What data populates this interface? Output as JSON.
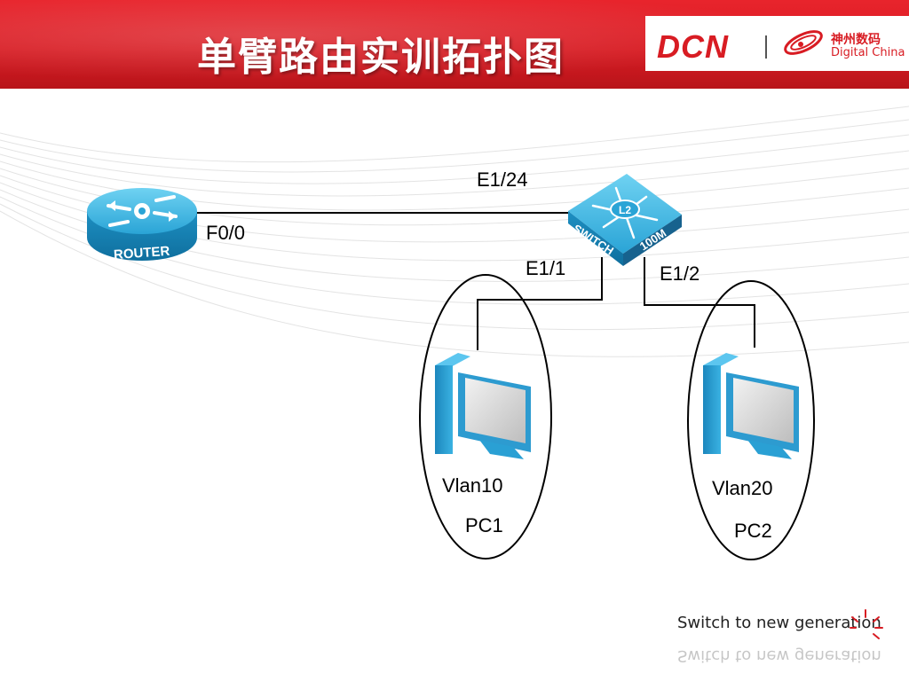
{
  "header": {
    "title": "单臂路由实训拓扑图",
    "brand_logo": "DCN",
    "brand_cn": "神州数码",
    "brand_en": "Digital China",
    "color": "#d81c23"
  },
  "diagram": {
    "router": {
      "label": "ROUTER",
      "port": "F0/0",
      "icon": "router-icon"
    },
    "switch": {
      "badge": "L2",
      "label_left": "SWITCH",
      "label_right": "100M",
      "icon": "switch-icon"
    },
    "links": {
      "uplink_port": "E1/24",
      "pc1_port": "E1/1",
      "pc2_port": "E1/2"
    },
    "pcs": [
      {
        "vlan": "Vlan10",
        "name": "PC1",
        "icon": "computer-icon"
      },
      {
        "vlan": "Vlan20",
        "name": "PC2",
        "icon": "computer-icon"
      }
    ]
  },
  "footer": {
    "tagline": "Switch to new generation"
  }
}
